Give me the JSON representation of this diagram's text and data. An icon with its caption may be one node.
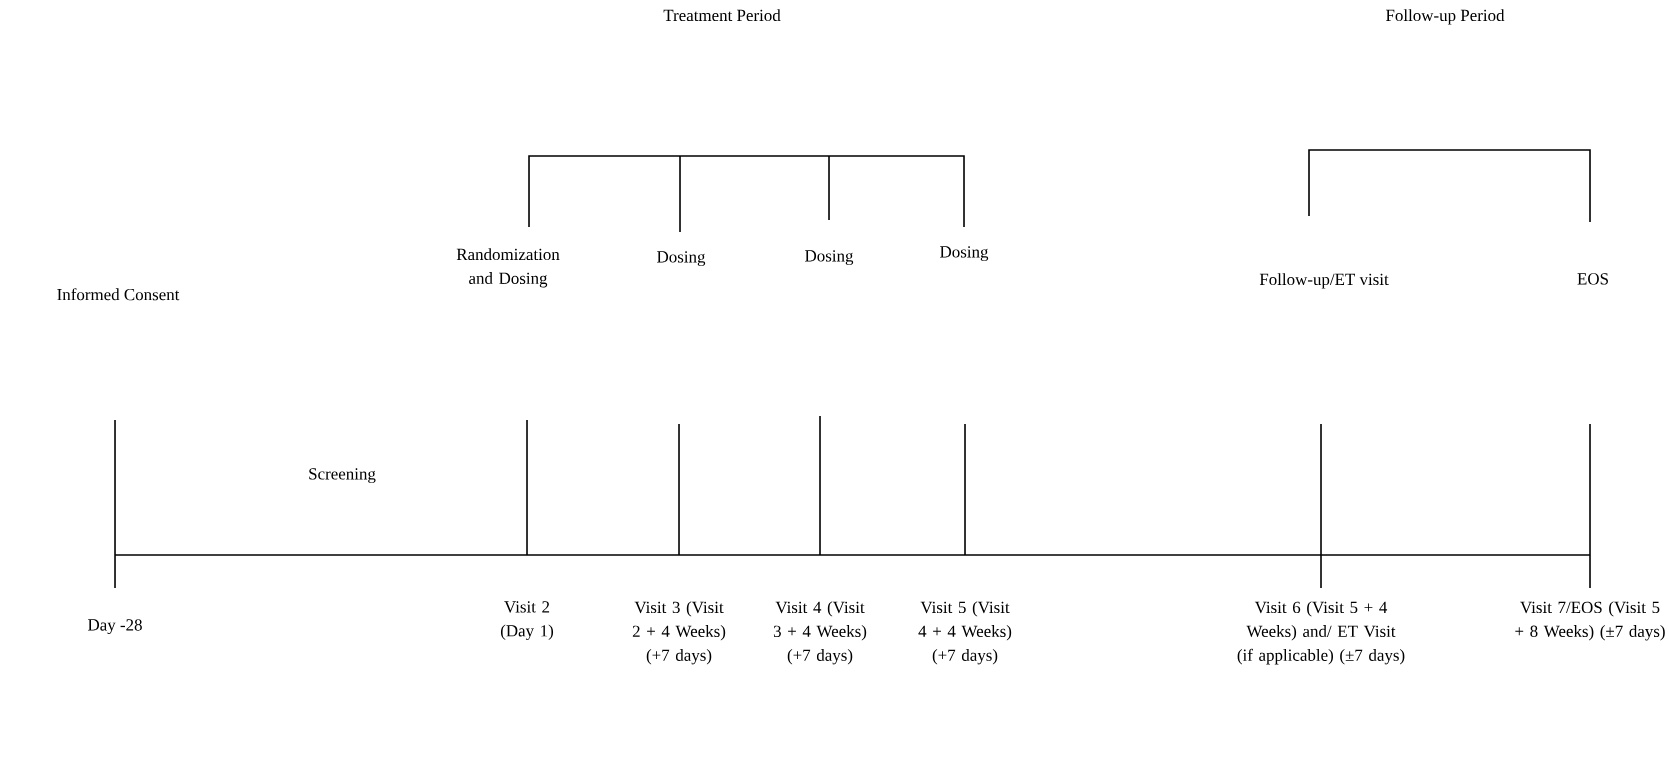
{
  "diagram": {
    "labels": [
      "Treatment Period",
      "Follow-up Period",
      "Randomization and Dosing",
      "Dosing",
      "Dosing",
      "Dosing",
      "Informed Consent",
      "Follow-up/ET visit",
      "EOS",
      "Screening",
      "Day -28",
      "Visit 2 (Day 1)",
      "Visit 3 (Visit 2 + 4 Weeks) (+7 days)",
      "Visit 4 (Visit 3 + 4 Weeks) (+7 days)",
      "Visit 5 (Visit 4 + 4 Weeks) (+7 days)",
      "Visit 6 (Visit 5 + 4 Weeks) and/ ET Visit (if applicable) (±7 days)",
      "Visit 7/EOS (Visit 5 + 8 Weeks) (±7 days)"
    ]
  }
}
